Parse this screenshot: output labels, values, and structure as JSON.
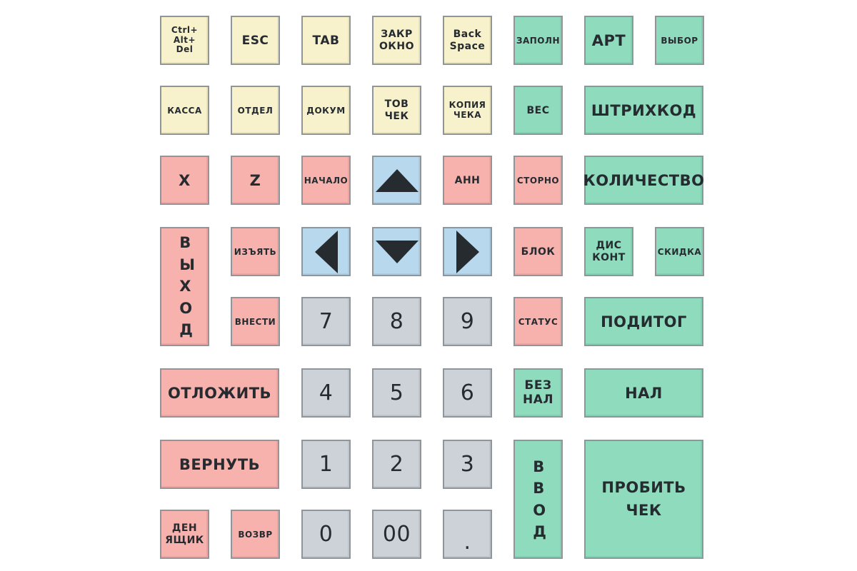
{
  "colors": {
    "cream": "#f8f2cc",
    "teal": "#8fdbbd",
    "pink": "#f8b2ae",
    "blue": "#b8d8ee",
    "grey": "#cdd2d8"
  },
  "keys": {
    "ctrl_alt_del": [
      "Ctrl+",
      "Alt+",
      "Del"
    ],
    "esc": "ESC",
    "tab": "TAB",
    "close_window": [
      "ЗАКР",
      "ОКНО"
    ],
    "backspace": [
      "Back",
      "Space"
    ],
    "fill": "ЗАПОЛН",
    "art": "АРТ",
    "select": "ВЫБОР",
    "kassa": "КАССА",
    "otdel": "ОТДЕЛ",
    "dokum": "ДОКУМ",
    "tov_chek": [
      "ТОВ",
      "ЧЕК"
    ],
    "copy_check": [
      "КОПИЯ",
      "ЧЕКА"
    ],
    "ves": "ВЕС",
    "barcode": "ШТРИХКОД",
    "x": "X",
    "z": "Z",
    "nachalo": "НАЧАЛО",
    "ann": "АНН",
    "storno": "СТОРНО",
    "quantity": "КОЛИЧЕСТВО",
    "exit": "ВЫХОД",
    "izyat": "ИЗЪЯТЬ",
    "blok": "БЛОК",
    "discount_card": [
      "ДИС",
      "КОНТ"
    ],
    "skidka": "СКИДКА",
    "vnesti": "ВНЕСТИ",
    "status": "СТАТУС",
    "subtotal": "ПОДИТОГ",
    "postpone": "ОТЛОЖИТЬ",
    "cashless": [
      "БЕЗ",
      "НАЛ"
    ],
    "cash": "НАЛ",
    "return": "ВЕРНУТЬ",
    "enter": "ВВОД",
    "print_check": [
      "ПРОБИТЬ",
      "ЧЕК"
    ],
    "cash_drawer": [
      "ДЕН",
      "ЯЩИК"
    ],
    "vozvr": "ВОЗВР",
    "d7": "7",
    "d8": "8",
    "d9": "9",
    "d4": "4",
    "d5": "5",
    "d6": "6",
    "d1": "1",
    "d2": "2",
    "d3": "3",
    "d0": "0",
    "d00": "00",
    "dot": "."
  },
  "icons": {
    "up": "arrow-up-icon",
    "down": "arrow-down-icon",
    "left": "arrow-left-icon",
    "right": "arrow-right-icon"
  }
}
